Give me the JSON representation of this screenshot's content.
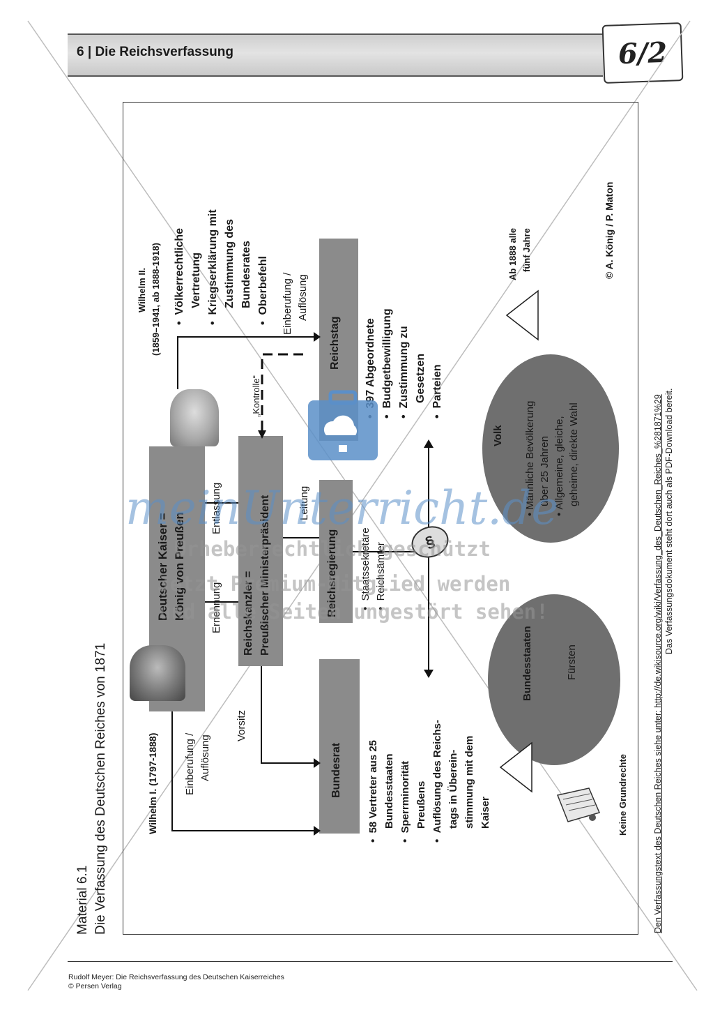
{
  "header": {
    "title": "6 | Die Reichsverfassung",
    "page_badge": "6/2"
  },
  "material": {
    "label": "Material 6.1",
    "title": "Die Verfassung des Deutschen Reiches von 1871"
  },
  "persons": {
    "wilhelm1": "Wilhelm I. (1797-1888)",
    "wilhelm2_line1": "Wilhelm II.",
    "wilhelm2_line2": "(1859–1941, ab 1888-1918)"
  },
  "boxes": {
    "kaiser_line1": "Deutscher Kaiser =",
    "kaiser_line2": "König von Preußen",
    "kanzler_line1": "Reichskanzler =",
    "kanzler_line2": "Preußischer Ministerpräsident",
    "regierung": "Reichsregierung",
    "bundesrat": "Bundesrat",
    "reichstag": "Reichstag"
  },
  "labels": {
    "einberufung_left_1": "Einberufung /",
    "einberufung_left_2": "Auflösung",
    "vorsitz": "Vorsitz",
    "ernennung": "Ernennung",
    "entlassung": "Entlassung",
    "leitung": "Leitung",
    "kontrolle": "„Kontrolle“",
    "einberufung_right_1": "Einberufung /",
    "einberufung_right_2": "Auflösung",
    "ab_1888_1": "Ab 1888 alle",
    "ab_1888_2": "fünf Jahre",
    "keine_grundrechte": "Keine Grundrechte",
    "copyright": "© A. König / P. Maton"
  },
  "kaiser_powers": [
    "Völkerrechtliche",
    "Vertretung",
    "Kriegserklärung mit",
    "Zustimmung des",
    "Bundesrates",
    "Oberbefehl"
  ],
  "regierung_items": [
    "Staatssekretäre",
    "Reichsämter"
  ],
  "bundesrat_items": [
    "58 Vertreter aus 25",
    "Bundesstaaten",
    "Sperrminorität",
    "Preußens",
    "Auflösung des Reichs-",
    "tags in Überein-",
    "stimmung mit dem",
    "Kaiser"
  ],
  "reichstag_items": [
    "397 Abgeordnete",
    "Budgetbewilligung",
    "Zustimmung zu",
    "Gesetzen",
    "Parteien"
  ],
  "bundesstaaten": {
    "title": "Bundesstaaten",
    "sub": "Fürsten"
  },
  "volk": {
    "title": "Volk",
    "items": [
      "Männliche Bevölkerung",
      "über 25 Jahren",
      "Allgemeine, gleiche,",
      "geheime, direkte Wahl"
    ]
  },
  "source": {
    "line1": "Den Verfassungstext des Deutschen Reiches siehe unter:  http://de.wikisource.org/wiki/Verfassung_des_Deutschen_Reiches_%281871%29",
    "line2": "Das Verfassungsdokument steht dort auch als PDF-Download bereit."
  },
  "watermark": {
    "logo": "meinUnterricht.de",
    "line1": "Urheberrechtlich geschützt",
    "line2": "Jetzt Premium-Mitglied werden",
    "line3": "und alle Seiten ungestört sehen!"
  },
  "footer": {
    "line1": "Rudolf Meyer: Die Reichsverfassung des Deutschen Kaiserreiches",
    "line2": "© Persen Verlag"
  },
  "colors": {
    "box": "#8b8b8b",
    "ellipse": "#6f6f6f",
    "watermark_blue": "#5b8fc8"
  }
}
